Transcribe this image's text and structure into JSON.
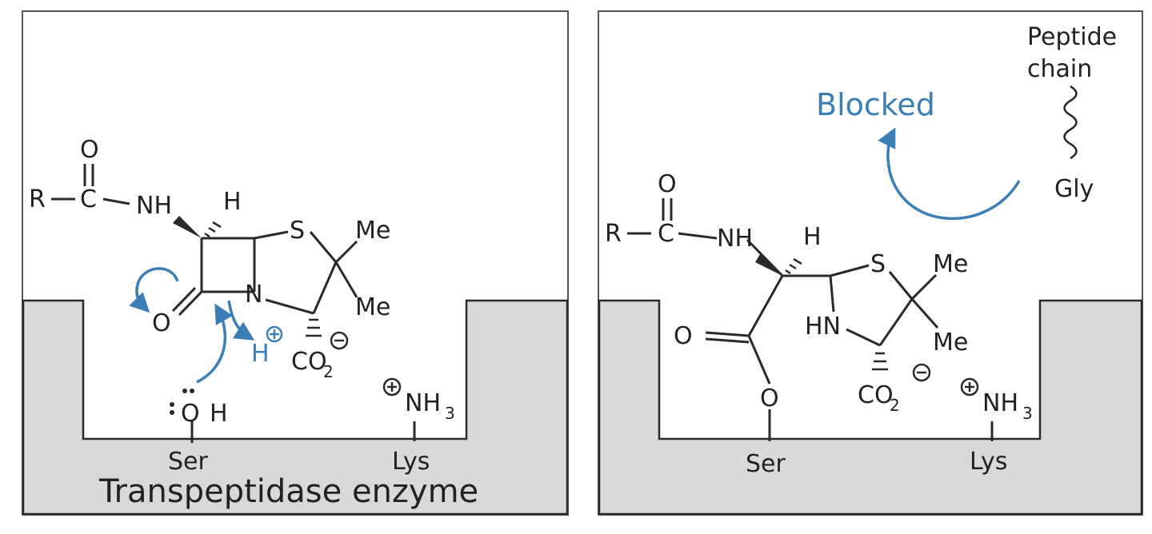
{
  "colors": {
    "enzyme_fill": "#d9d9db",
    "line": "#2a2a2a",
    "arrow_blue": "#3b7fb6"
  },
  "left_panel": {
    "enzyme_label": "Transpeptidase enzyme",
    "atoms": {
      "r": "R",
      "c": "C",
      "o_top": "O",
      "nh": "NH",
      "h_top": "H",
      "s": "S",
      "me1": "Me",
      "me2": "Me",
      "n": "N",
      "o_lactam": "O",
      "h_plus": "H",
      "co2": "CO",
      "co2_sub": "2",
      "oh_o": "O",
      "oh_h": "H",
      "nh3": "NH",
      "nh3_sub": "3"
    },
    "residues": {
      "ser": "Ser",
      "lys": "Lys"
    }
  },
  "right_panel": {
    "blocked_label": "Blocked",
    "peptide_label_line1": "Peptide",
    "peptide_label_line2": "chain",
    "gly": "Gly",
    "atoms": {
      "r": "R",
      "c": "C",
      "o_top": "O",
      "nh": "NH",
      "h_top": "H",
      "s": "S",
      "me1": "Me",
      "me2": "Me",
      "hn": "HN",
      "o_ester_dbl": "O",
      "o_ester": "O",
      "co2": "CO",
      "co2_sub": "2",
      "nh3": "NH",
      "nh3_sub": "3"
    },
    "residues": {
      "ser": "Ser",
      "lys": "Lys"
    }
  }
}
